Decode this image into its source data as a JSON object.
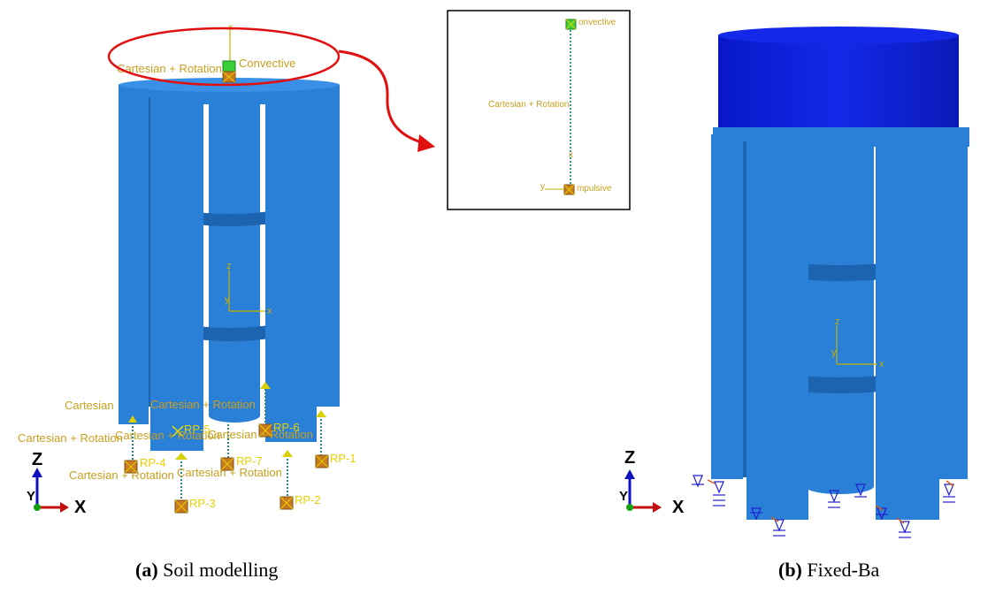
{
  "labels": {
    "cartesian_rotation": "Cartesian + Rotation",
    "cartesian": "Cartesian",
    "convective": "Convective",
    "convective_inset": "onvective",
    "impulsive_inset": "mpulsive",
    "rp1": "RP-1",
    "rp2": "RP-2",
    "rp3": "RP-3",
    "rp4": "RP-4",
    "rp5": "RP-5",
    "rp6": "RP-6",
    "rp7": "RP-7",
    "axis_x": "x",
    "axis_y": "y",
    "axis_z": "z",
    "triad_x": "X",
    "triad_y": "Y",
    "triad_z": "Z"
  },
  "captions": {
    "a_tag": "(a)",
    "a_text": " Soil modelling",
    "b_tag": "(b)",
    "b_text": " Fixed-Ba"
  },
  "colors": {
    "structure": "#2a7fd6",
    "structure_dark": "#1c64b0",
    "tank": "#1020d8",
    "callout": "#e01010",
    "label": "#c8a020",
    "rp_box": "#c77a20",
    "triad_x": "#c01010",
    "triad_z": "#1010c0",
    "triad_y": "#10a010"
  }
}
